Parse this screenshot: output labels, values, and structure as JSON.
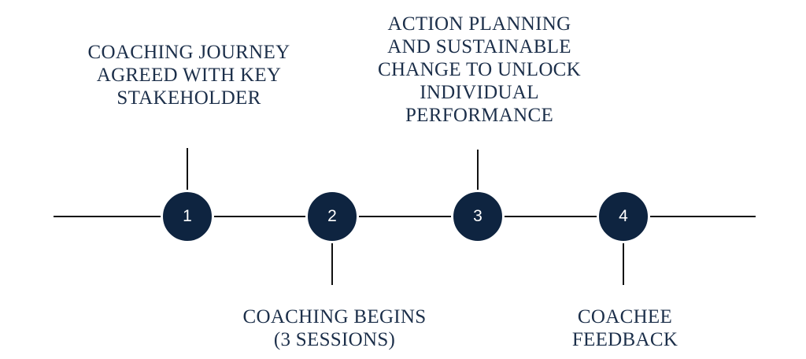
{
  "steps": [
    {
      "number": "1",
      "label": "COACHING JOURNEY\nAGREED WITH KEY\nSTAKEHOLDER",
      "position": "above"
    },
    {
      "number": "2",
      "label": "COACHING BEGINS\n(3 SESSIONS)",
      "position": "below"
    },
    {
      "number": "3",
      "label": "ACTION PLANNING\nAND SUSTAINABLE\nCHANGE TO UNLOCK\nINDIVIDUAL\nPERFORMANCE",
      "position": "above"
    },
    {
      "number": "4",
      "label": "COACHEE\nFEEDBACK",
      "position": "below"
    }
  ],
  "colors": {
    "node_fill": "#0e2440",
    "label_text": "#1c2f4a",
    "line": "#111111"
  }
}
